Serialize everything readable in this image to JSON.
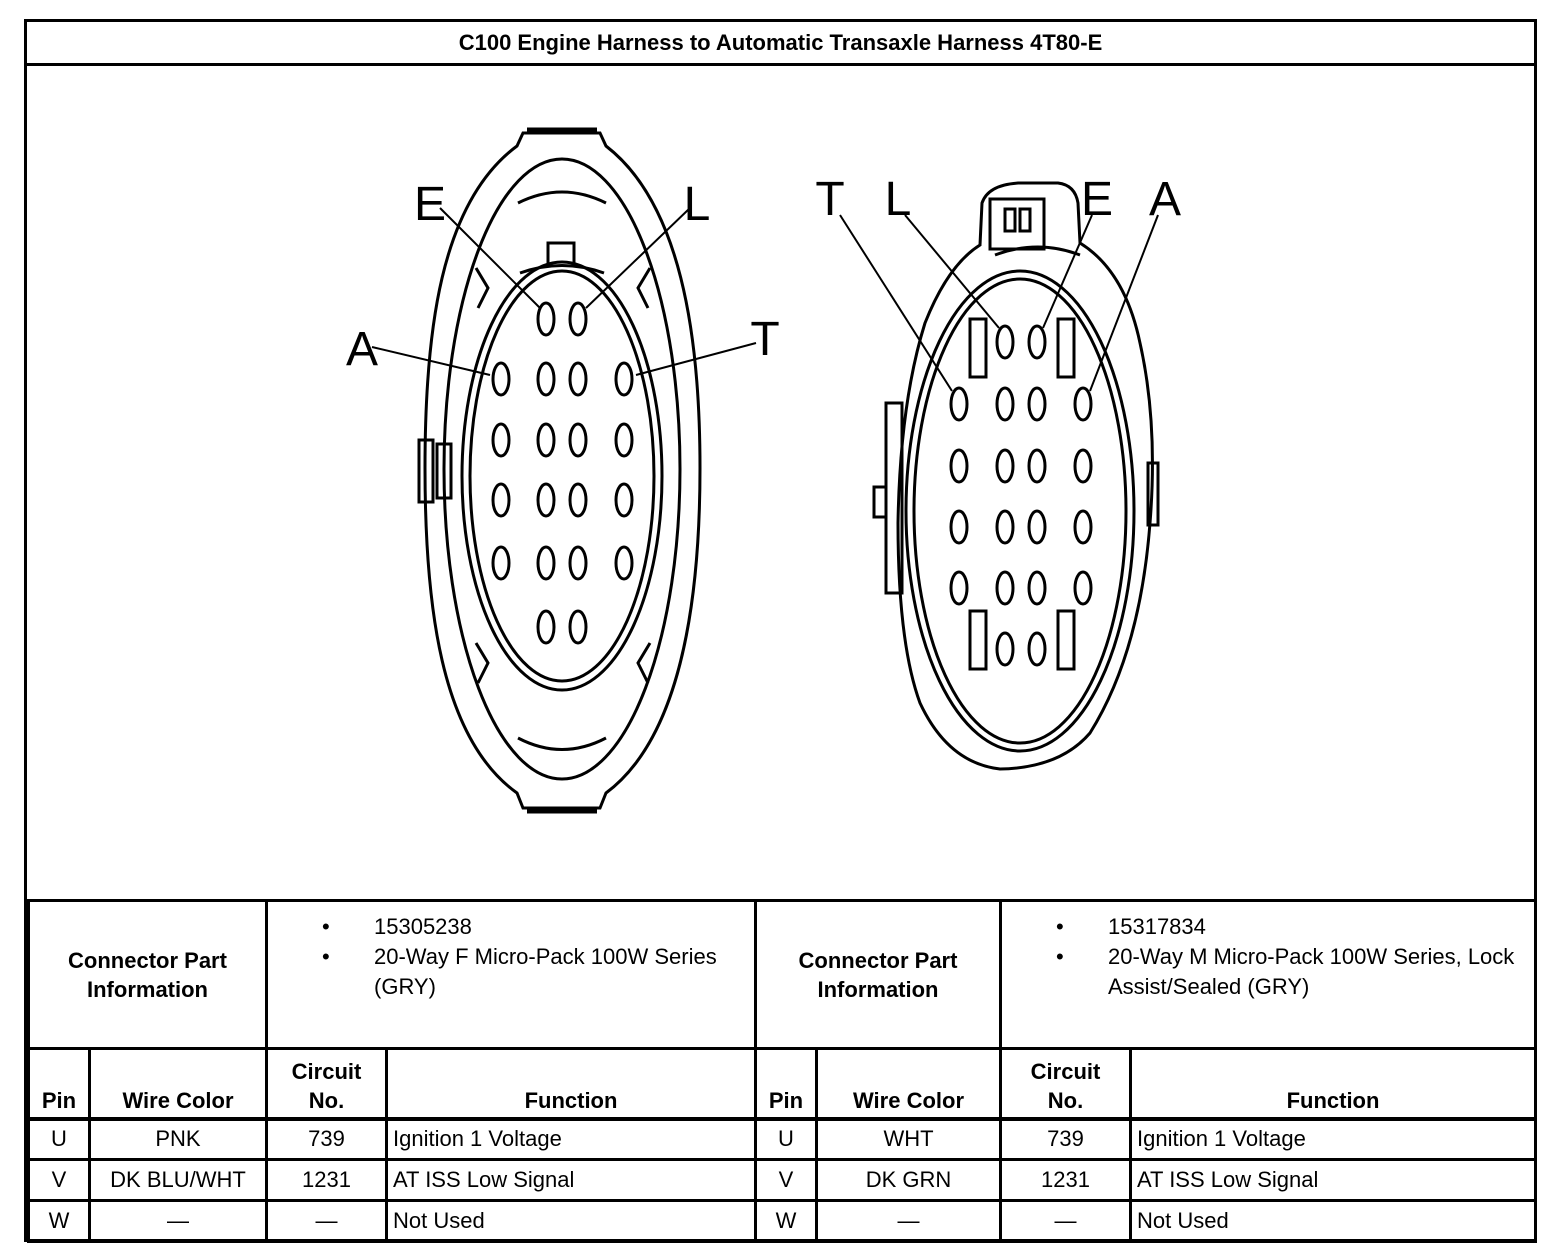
{
  "title": "C100 Engine Harness to Automatic Transaxle Harness 4T80-E",
  "pin_labels": {
    "left": {
      "e": "E",
      "l": "L",
      "a": "A",
      "t": "T"
    },
    "right": {
      "t": "T",
      "l": "L",
      "e": "E",
      "a": "A"
    }
  },
  "connector_left": {
    "info_label": "Connector Part Information",
    "part_number": "15305238",
    "description": "20-Way F Micro-Pack 100W Series (GRY)"
  },
  "connector_right": {
    "info_label": "Connector Part Information",
    "part_number": "15317834",
    "description": "20-Way M Micro-Pack 100W Series, Lock Assist/Sealed (GRY)"
  },
  "columns": {
    "pin": "Pin",
    "wire_color": "Wire Color",
    "circuit": "Circuit No.",
    "function": "Function"
  },
  "rows_left": [
    {
      "pin": "U",
      "wire_color": "PNK",
      "circuit": "739",
      "function": "Ignition 1 Voltage"
    },
    {
      "pin": "V",
      "wire_color": "DK BLU/WHT",
      "circuit": "1231",
      "function": "AT ISS Low Signal"
    },
    {
      "pin": "W",
      "wire_color": "—",
      "circuit": "—",
      "function": "Not Used"
    }
  ],
  "rows_right": [
    {
      "pin": "U",
      "wire_color": "WHT",
      "circuit": "739",
      "function": "Ignition 1 Voltage"
    },
    {
      "pin": "V",
      "wire_color": "DK GRN",
      "circuit": "1231",
      "function": "AT ISS Low Signal"
    },
    {
      "pin": "W",
      "wire_color": "—",
      "circuit": "—",
      "function": "Not Used"
    }
  ]
}
